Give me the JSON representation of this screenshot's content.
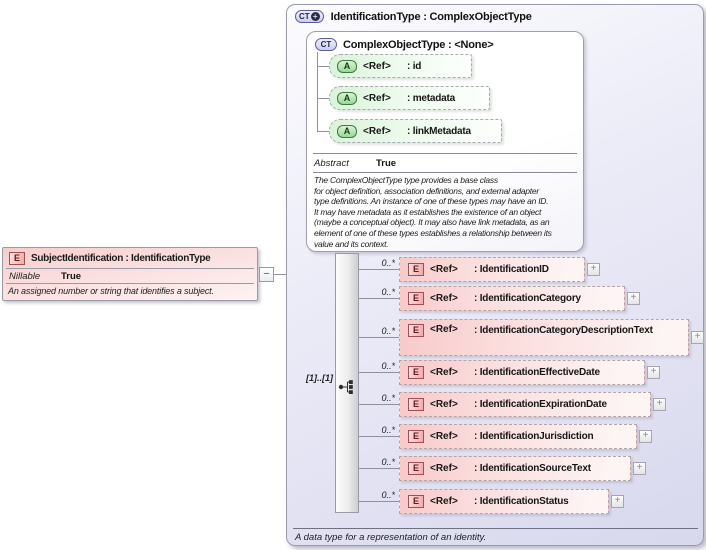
{
  "subject": {
    "icon_label": "E",
    "title": "SubjectIdentification : IdentificationType",
    "property_label": "Nillable",
    "property_value": "True",
    "description": "An assigned number or string that identifies a subject.",
    "collapse_glyph": "−"
  },
  "panel": {
    "icon_label": "CT",
    "icon_plus": "+",
    "title": "IdentificationType : ComplexObjectType",
    "footer": "A data type for a representation of an identity.",
    "base": {
      "icon_label": "CT",
      "title": "ComplexObjectType : <None>",
      "attributes": [
        {
          "icon_label": "A",
          "ref": "<Ref>",
          "name": ": id"
        },
        {
          "icon_label": "A",
          "ref": "<Ref>",
          "name": ": metadata"
        },
        {
          "icon_label": "A",
          "ref": "<Ref>",
          "name": ": linkMetadata"
        }
      ],
      "property_label": "Abstract",
      "property_value": "True",
      "description": "The ComplexObjectType type provides a base class\nfor object definition, association definitions, and external adapter\ntype definitions. An instance of one of these types may have an ID.\nIt may have metadata as it establishes the existence of an object\n(maybe a conceptual object). It may also have link metadata, as an\nelement of one of these types establishes a relationship between its\nvalue and its context."
    },
    "sequence": {
      "cardinality": "[1]..[1]",
      "elements": [
        {
          "occurs": "0..*",
          "icon_label": "E",
          "ref": "<Ref>",
          "name": ": IdentificationID",
          "expand_glyph": "+"
        },
        {
          "occurs": "0..*",
          "icon_label": "E",
          "ref": "<Ref>",
          "name": ": IdentificationCategory",
          "expand_glyph": "+"
        },
        {
          "occurs": "0..*",
          "icon_label": "E",
          "ref": "<Ref>",
          "name": ": IdentificationCategoryDescriptionText",
          "expand_glyph": "+"
        },
        {
          "occurs": "0..*",
          "icon_label": "E",
          "ref": "<Ref>",
          "name": ": IdentificationEffectiveDate",
          "expand_glyph": "+"
        },
        {
          "occurs": "0..*",
          "icon_label": "E",
          "ref": "<Ref>",
          "name": ": IdentificationExpirationDate",
          "expand_glyph": "+"
        },
        {
          "occurs": "0..*",
          "icon_label": "E",
          "ref": "<Ref>",
          "name": ": IdentificationJurisdiction",
          "expand_glyph": "+"
        },
        {
          "occurs": "0..*",
          "icon_label": "E",
          "ref": "<Ref>",
          "name": ": IdentificationSourceText",
          "expand_glyph": "+"
        },
        {
          "occurs": "0..*",
          "icon_label": "E",
          "ref": "<Ref>",
          "name": ": IdentificationStatus",
          "expand_glyph": "+"
        }
      ]
    }
  },
  "colors": {
    "line": "#9090a0",
    "ct-fill": "#ccccf0",
    "element-fill": "#f8c9c9",
    "attribute-fill": "#d9f3d9",
    "panel-fill": "#d8d8ee"
  }
}
